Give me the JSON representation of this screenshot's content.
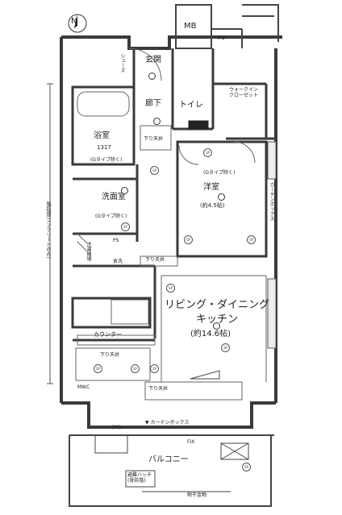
{
  "compass": {
    "north": "N"
  },
  "rooms": {
    "mb": "MB",
    "ps_top": "PS",
    "genkan": "玄関",
    "shoes": "シューズ",
    "rouka": "廊下",
    "toilet": "トイレ",
    "walkin": "ウォークイン\nクローゼット",
    "shimo_tenjo_a": "下り天井",
    "yokushitsu": "浴室",
    "bath_size": "1317",
    "yoshitsu": "洋室",
    "yoshitsu_size": "(約4.5帖)",
    "senmenshitsu": "洗面室",
    "ps_mid": "PS",
    "shokusen": "食洗",
    "senmenjo": "洗濯機場",
    "shimo_tenjo_b": "下り天井",
    "ldk": "リビング・ダイニング\nキッチン",
    "ldk_size": "(約14.6帖)",
    "counter": "カウンター",
    "shimo_tenjo_c": "下り天井",
    "shimo_tenjo_d": "下り天井",
    "curtain_box_bottom": "▼ カーテンボックス",
    "curtain_box_side": "カーテンボックス",
    "ps_bottom": "(PS)",
    "fix": "FIX",
    "balcony": "バルコニー",
    "hinan_hatch": "避難ハッチ\n(骨防階)",
    "monohoshi": "物干金物",
    "kaidan_note": "階段部(コンクリートのみ)",
    "type_note_1": "(Gタイプ除く)",
    "type_note_2": "(Gタイプ除く)",
    "type_note_3": "(Gタイプ除く)",
    "mwc": "MWC"
  },
  "colors": {
    "wall": "#3a3a3a",
    "line": "#555555",
    "floor": "#ffffff"
  }
}
